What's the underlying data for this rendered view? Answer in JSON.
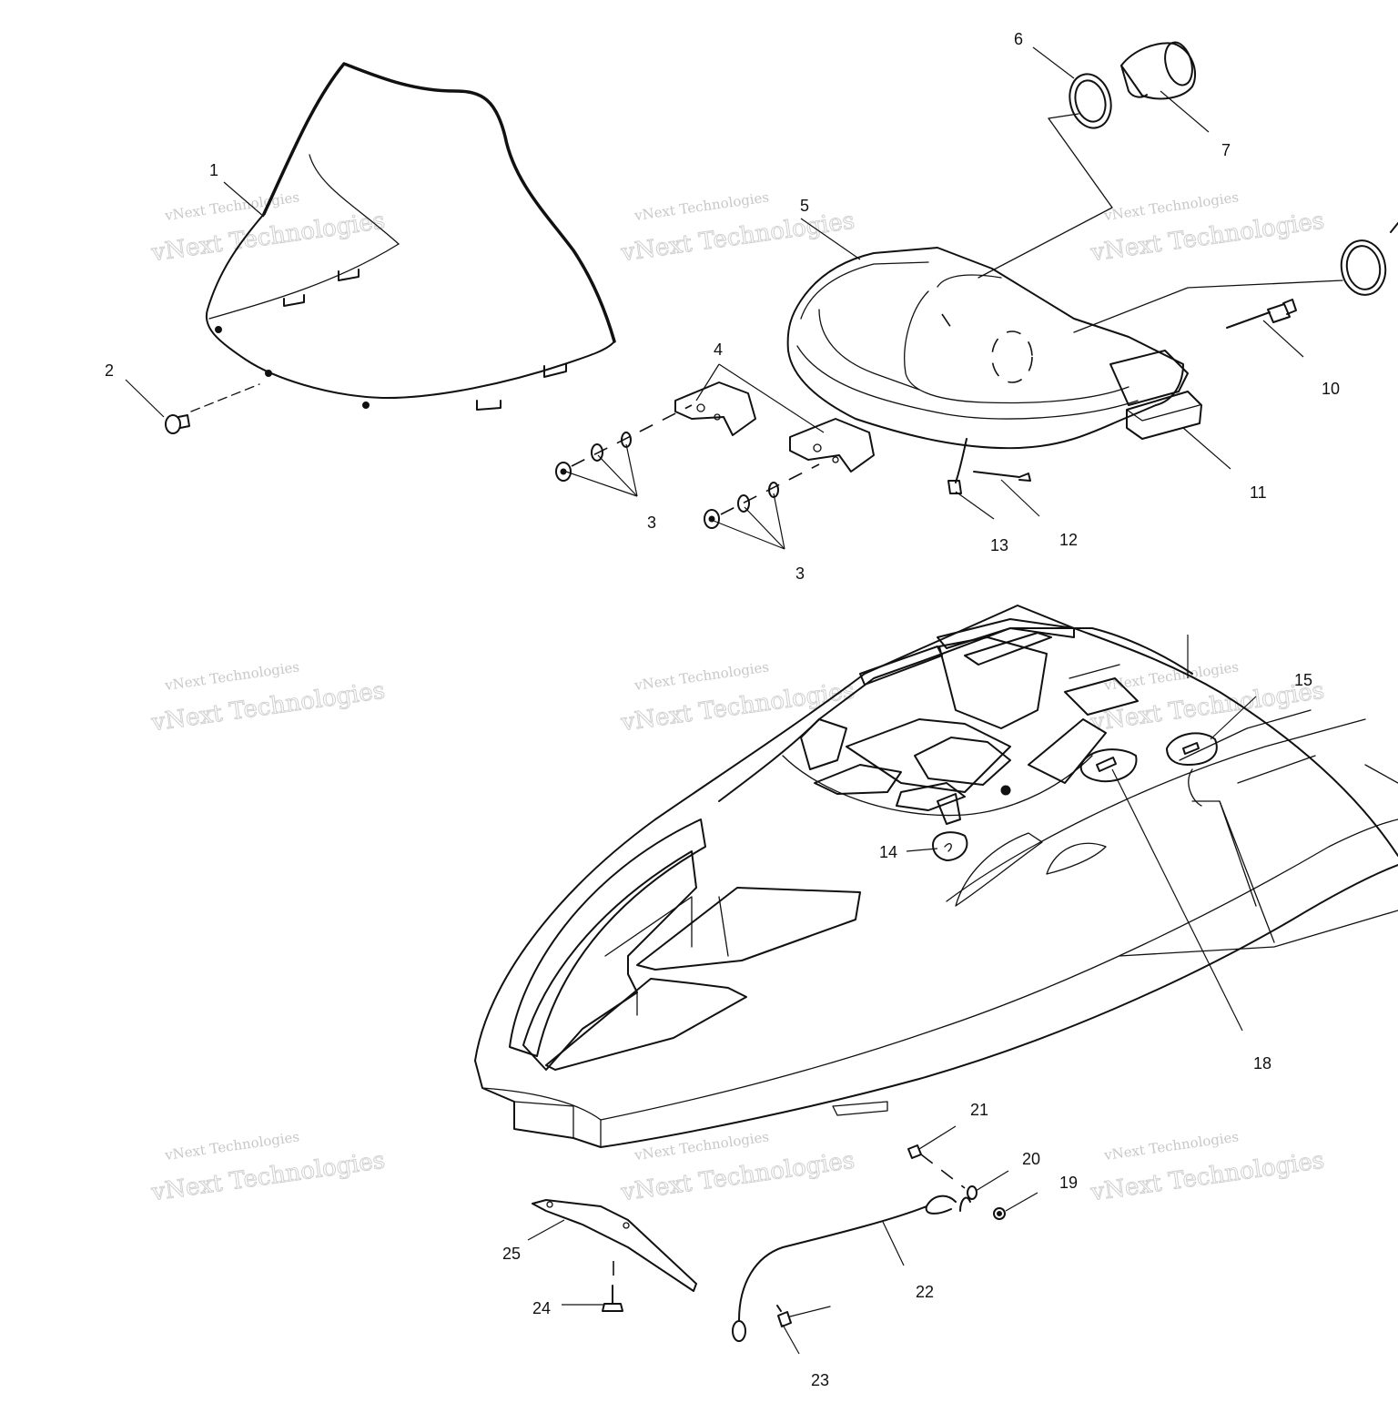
{
  "diagram": {
    "callouts": [
      {
        "id": "c1",
        "label": "1"
      },
      {
        "id": "c2",
        "label": "2"
      },
      {
        "id": "c3a",
        "label": "3"
      },
      {
        "id": "c3b",
        "label": "3"
      },
      {
        "id": "c4",
        "label": "4"
      },
      {
        "id": "c5",
        "label": "5"
      },
      {
        "id": "c6",
        "label": "6"
      },
      {
        "id": "c7",
        "label": "7"
      },
      {
        "id": "c10",
        "label": "10"
      },
      {
        "id": "c11",
        "label": "11"
      },
      {
        "id": "c12",
        "label": "12"
      },
      {
        "id": "c13",
        "label": "13"
      },
      {
        "id": "c14",
        "label": "14"
      },
      {
        "id": "c15",
        "label": "15"
      },
      {
        "id": "c18",
        "label": "18"
      },
      {
        "id": "c19",
        "label": "19"
      },
      {
        "id": "c20",
        "label": "20"
      },
      {
        "id": "c21",
        "label": "21"
      },
      {
        "id": "c22",
        "label": "22"
      },
      {
        "id": "c23",
        "label": "23"
      },
      {
        "id": "c24",
        "label": "24"
      },
      {
        "id": "c25",
        "label": "25"
      }
    ],
    "watermark": {
      "line1": "vNext Technologies",
      "line2": "vNext Technologies"
    }
  }
}
